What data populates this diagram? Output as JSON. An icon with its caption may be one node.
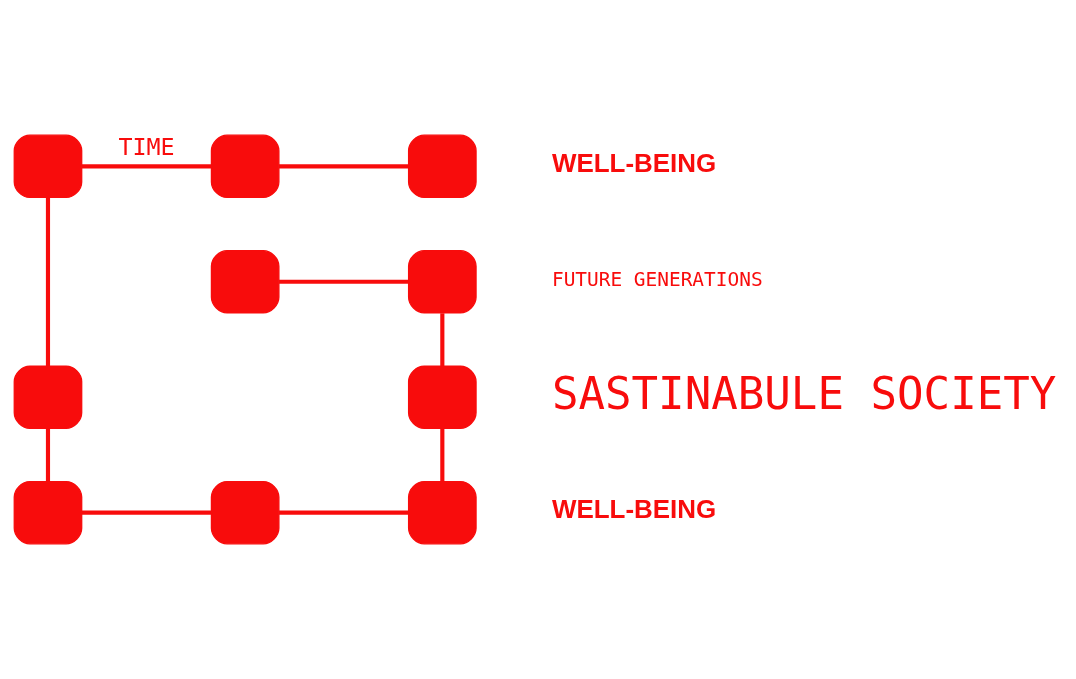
{
  "diagram": {
    "nodes": [
      {
        "text": [],
        "shape": "box"
      },
      {
        "text": [],
        "shape": "box"
      },
      {
        "text": [],
        "shape": "box"
      },
      {
        "text": [],
        "shape": "box"
      },
      {
        "text": [],
        "shape": "box"
      },
      {
        "text": [],
        "shape": "box"
      },
      {
        "text": [],
        "shape": "box"
      },
      {
        "text": [],
        "shape": "box"
      },
      {
        "text": [],
        "shape": "box"
      },
      {
        "text": [],
        "shape": "box"
      }
    ],
    "edges": [
      {
        "from": 3,
        "to": 4,
        "arrow": "none"
      },
      {
        "from": 4,
        "to": 6,
        "arrow": "none"
      },
      {
        "from": 6,
        "to": 9,
        "arrow": "none"
      },
      {
        "from": 8,
        "to": 9,
        "arrow": "none"
      },
      {
        "from": 7,
        "to": 8,
        "arrow": "none"
      },
      {
        "from": 5,
        "to": 7,
        "arrow": "none"
      },
      {
        "from": 0,
        "to": 5,
        "arrow": "none"
      },
      {
        "from": 0,
        "to": 1,
        "arrow": "none",
        "label": "TIME"
      },
      {
        "from": 1,
        "to": 2,
        "arrow": "none"
      }
    ],
    "labels": [
      "WELL-BEING",
      "FUTURE GENERATIONS",
      "SASTINABULE SOCIETY",
      "WELL-BEING"
    ]
  }
}
